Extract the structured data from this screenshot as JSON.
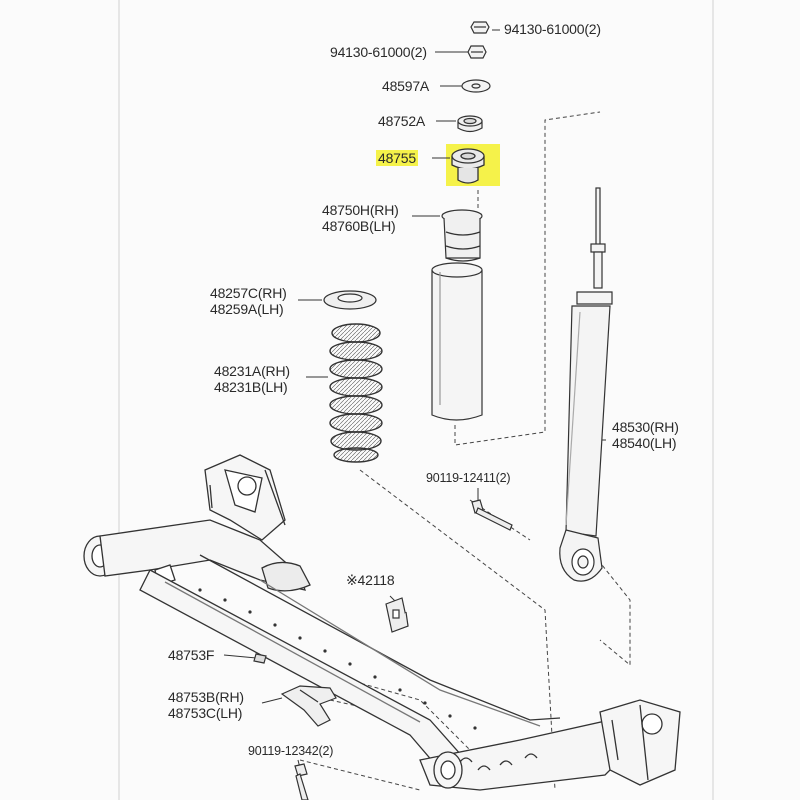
{
  "diagram": {
    "highlight_color": "#f5f24a",
    "line_color": "#3a3a3a",
    "labels": {
      "p_94130_top": "94130-61000(2)",
      "p_94130_left": "94130-61000(2)",
      "p_48597A": "48597A",
      "p_48752A": "48752A",
      "p_48755": "48755",
      "p_48750H": "48750H(RH)",
      "p_48760B": "48760B(LH)",
      "p_48257C": "48257C(RH)",
      "p_48259A": "48259A(LH)",
      "p_48231A": "48231A(RH)",
      "p_48231B": "48231B(LH)",
      "p_48530": "48530(RH)",
      "p_48540": "48540(LH)",
      "p_90119_12411": "90119-12411(2)",
      "p_42118": "※42118",
      "p_48753F": "48753F",
      "p_48753B": "48753B(RH)",
      "p_48753C": "48753C(LH)",
      "p_90119_12342": "90119-12342(2)"
    }
  }
}
